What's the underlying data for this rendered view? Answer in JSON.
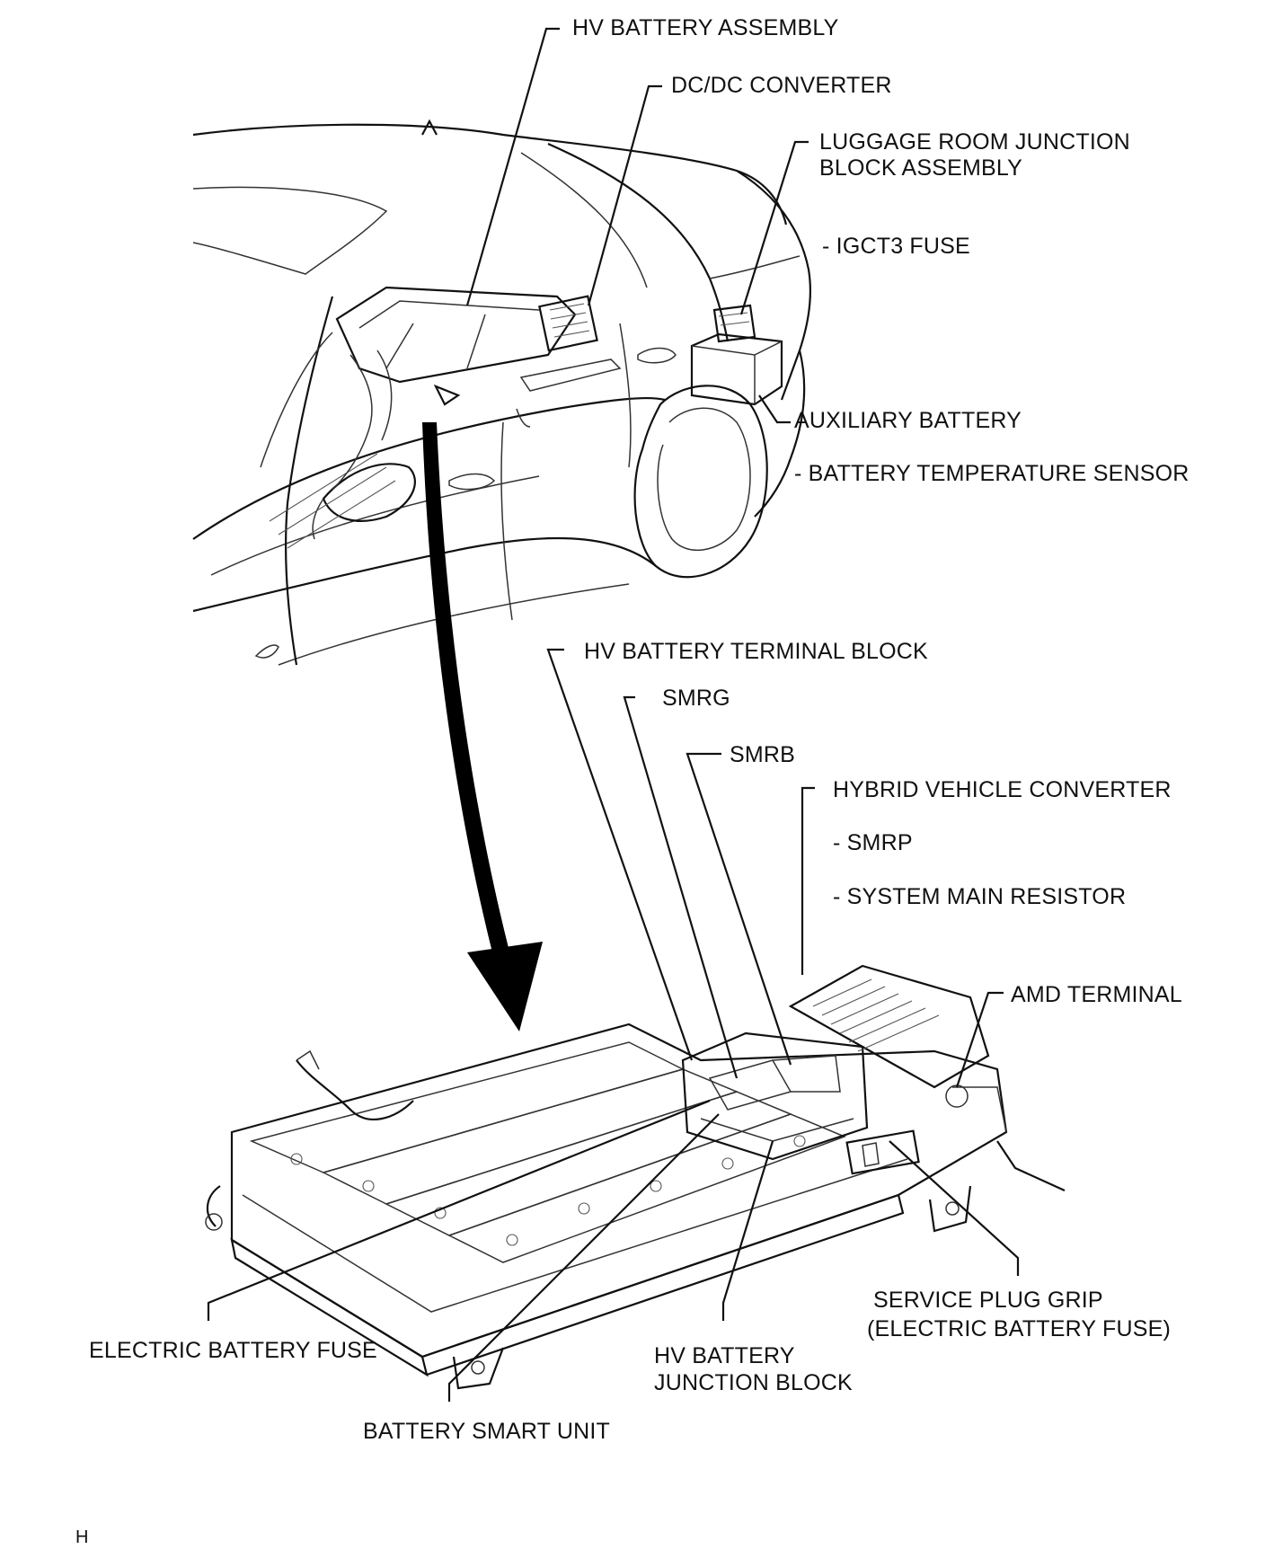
{
  "labels": {
    "hv_battery_assembly": "HV BATTERY ASSEMBLY",
    "dcdc_converter": "DC/DC CONVERTER",
    "luggage_room_jb_line1": "LUGGAGE ROOM JUNCTION",
    "luggage_room_jb_line2": "BLOCK ASSEMBLY",
    "igct3_fuse": "- IGCT3 FUSE",
    "auxiliary_battery": "AUXILIARY BATTERY",
    "battery_temp_sensor": "- BATTERY TEMPERATURE SENSOR",
    "hv_battery_terminal_block": "HV BATTERY TERMINAL BLOCK",
    "smrg": "SMRG",
    "smrb": "SMRB",
    "hybrid_vehicle_converter": "HYBRID VEHICLE CONVERTER",
    "smrp": "- SMRP",
    "system_main_resistor": "- SYSTEM MAIN RESISTOR",
    "amd_terminal": "AMD TERMINAL",
    "service_plug_grip_line1": "SERVICE PLUG GRIP",
    "service_plug_grip_line2": "(ELECTRIC BATTERY FUSE)",
    "electric_battery_fuse": "ELECTRIC BATTERY FUSE",
    "hv_battery_junction_block_line1": "HV BATTERY",
    "hv_battery_junction_block_line2": "JUNCTION BLOCK",
    "battery_smart_unit": "BATTERY SMART UNIT",
    "corner_mark": "H"
  }
}
